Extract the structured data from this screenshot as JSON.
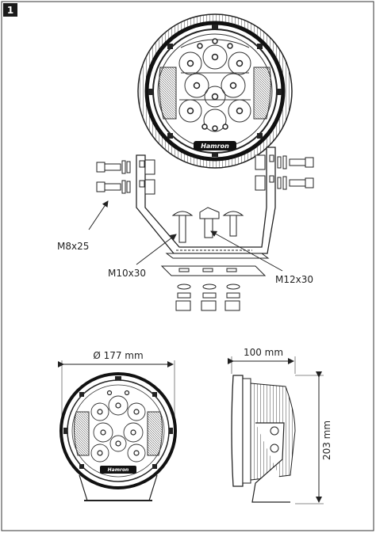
{
  "step_number": "1",
  "brand": "Hamron",
  "labels": {
    "bolt_m8": "M8x25",
    "bolt_m10": "M10x30",
    "bolt_m12": "M12x30"
  },
  "dimensions": {
    "diameter": "Ø 177 mm",
    "depth": "100 mm",
    "height": "203 mm"
  }
}
